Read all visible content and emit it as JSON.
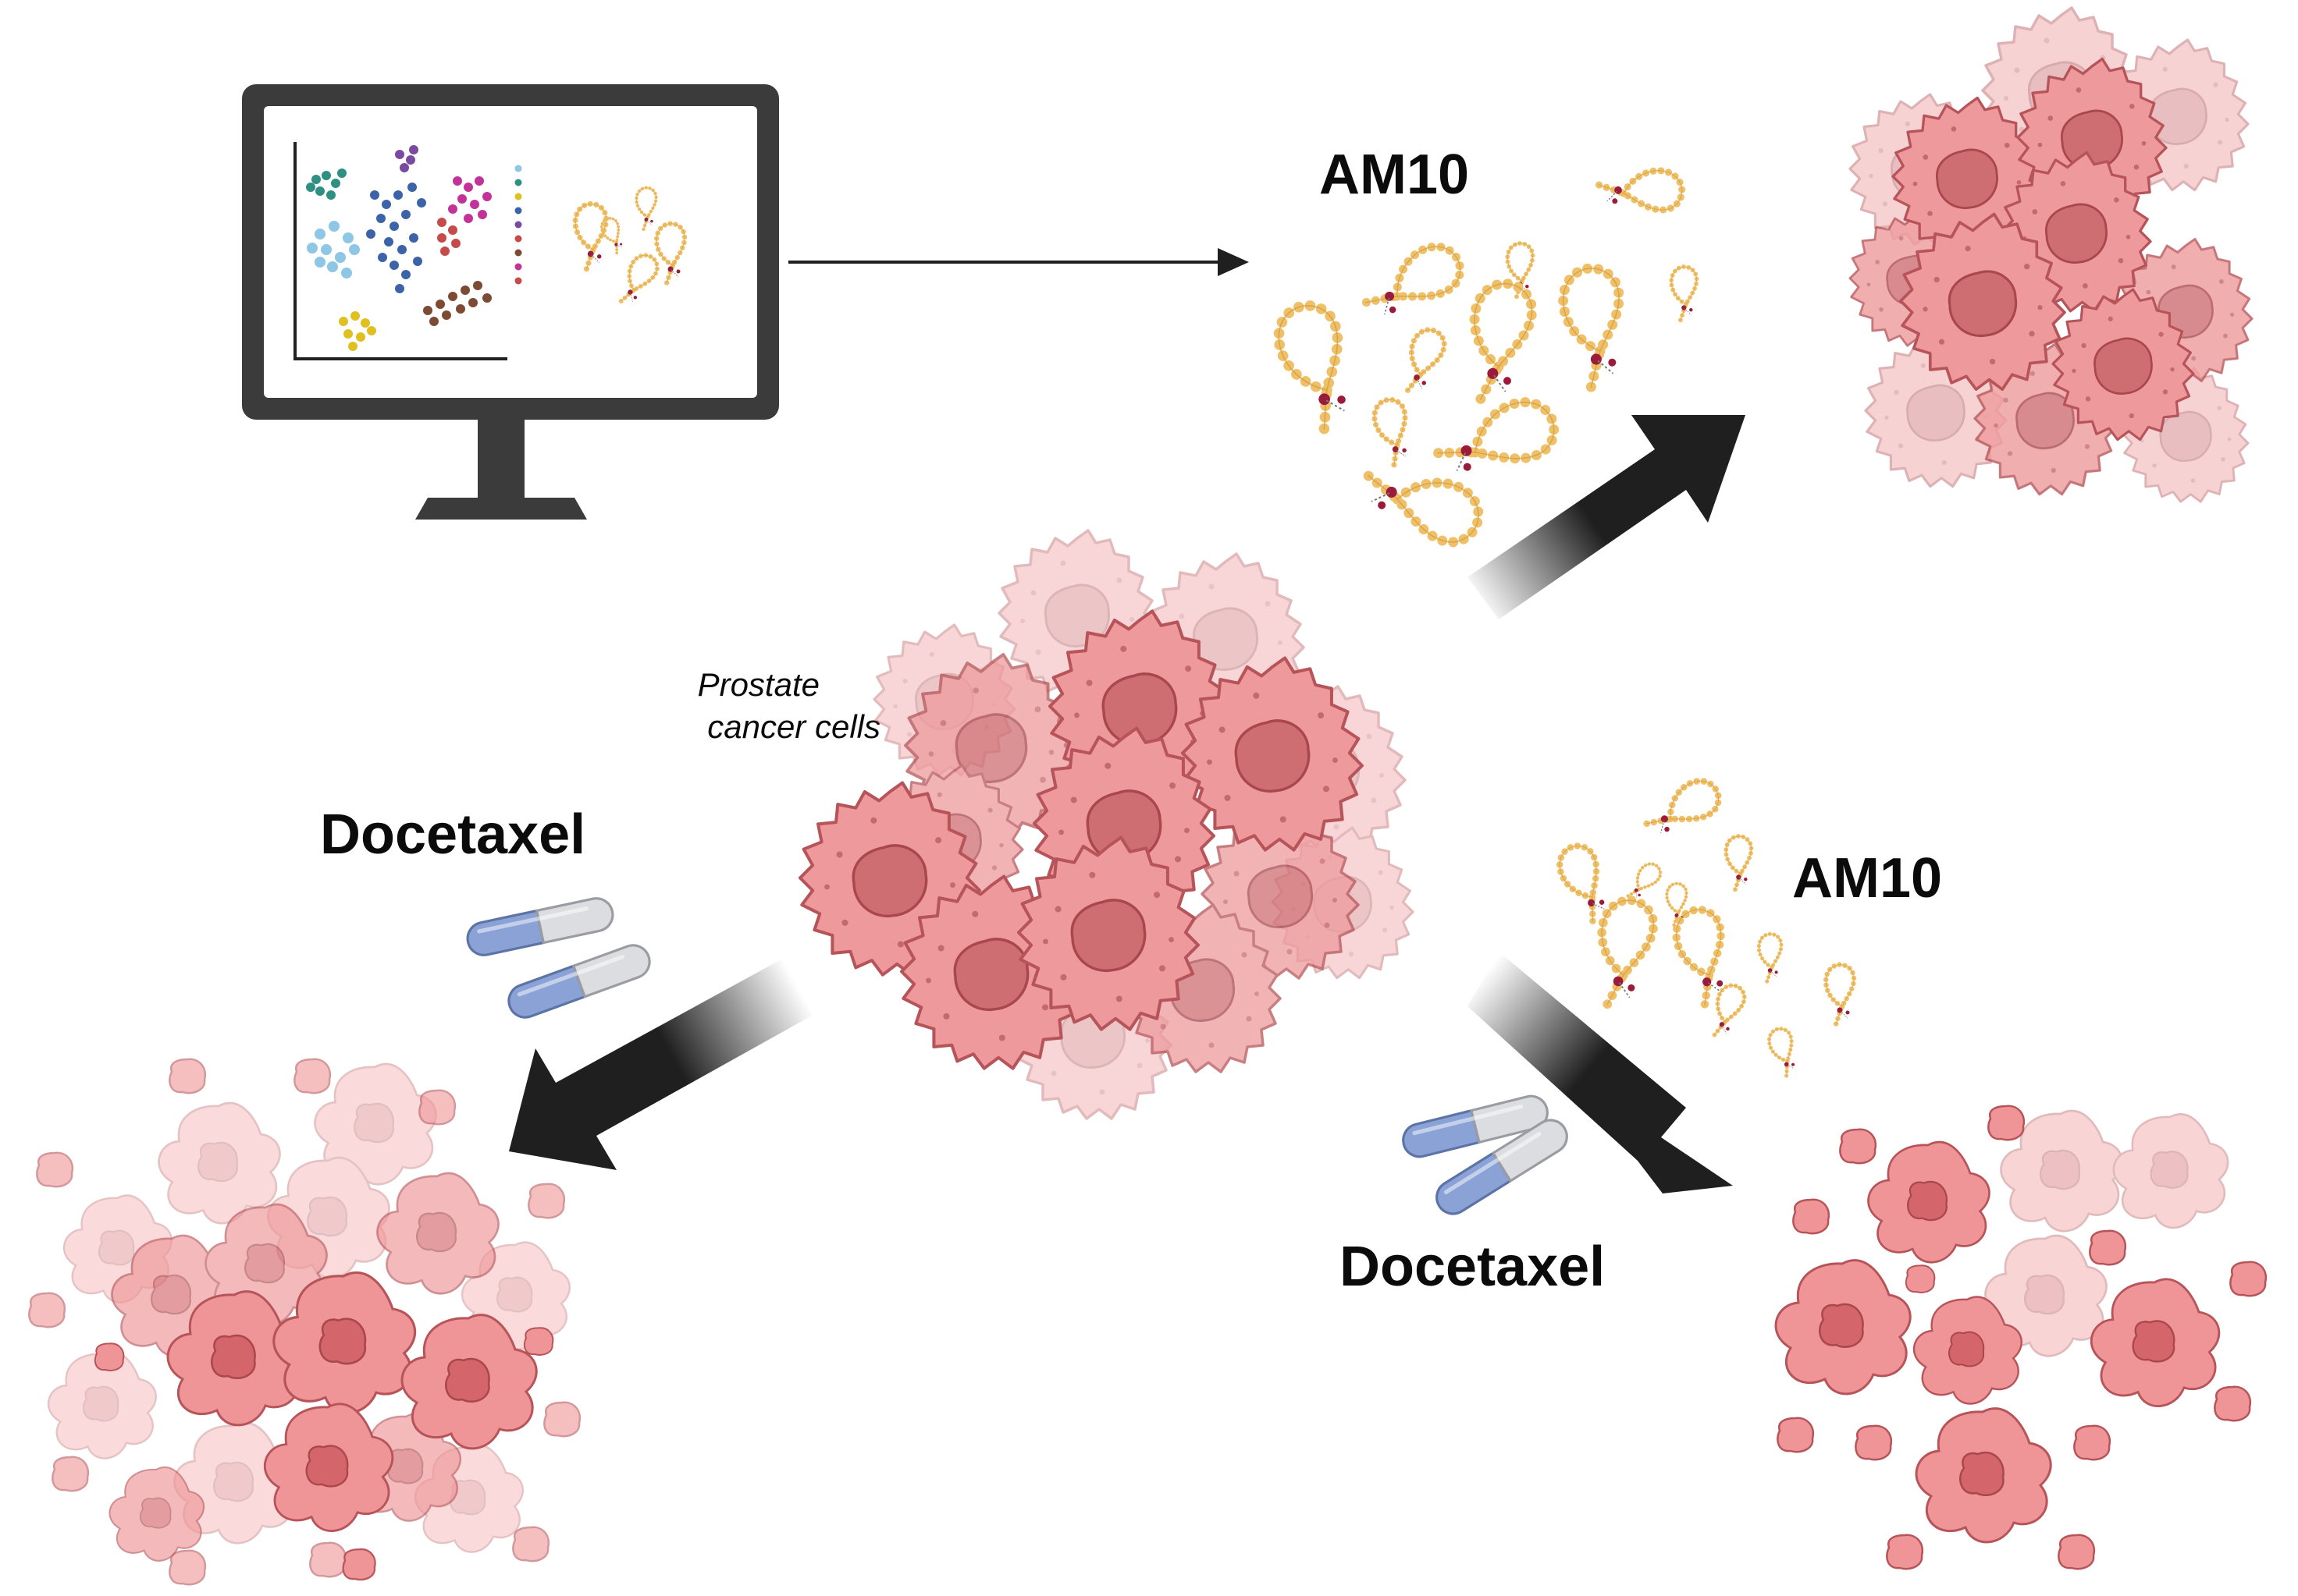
{
  "labels": {
    "am10_top": "AM10",
    "am10_right": "AM10",
    "docetaxel_left": "Docetaxel",
    "docetaxel_right": "Docetaxel",
    "prostate_line1": "Prostate",
    "prostate_line2": "cancer cells"
  },
  "colors": {
    "cell_fill": "#ee9a9c",
    "cell_stroke": "#b65459",
    "nucleus": "#cf6e72",
    "arrow": "#1f1f1f",
    "peptide": "#f0c068",
    "pill_blue": "#8aa2d6",
    "pill_grey": "#dcdde0",
    "monitor": "#3b3b3b",
    "cluster_teal": "#2e8f83",
    "cluster_blue": "#3c63a8",
    "cluster_light": "#8ec6e6",
    "cluster_purple": "#7a4aa0",
    "cluster_magenta": "#c2339a",
    "cluster_red": "#c54b4b",
    "cluster_brown": "#7d4a34",
    "cluster_yellow": "#e0c020"
  },
  "icons": [
    "monitor-icon",
    "peptide-icon",
    "pill-icon",
    "cancer-cell-icon",
    "apoptotic-cell-icon",
    "arrow-icon"
  ]
}
